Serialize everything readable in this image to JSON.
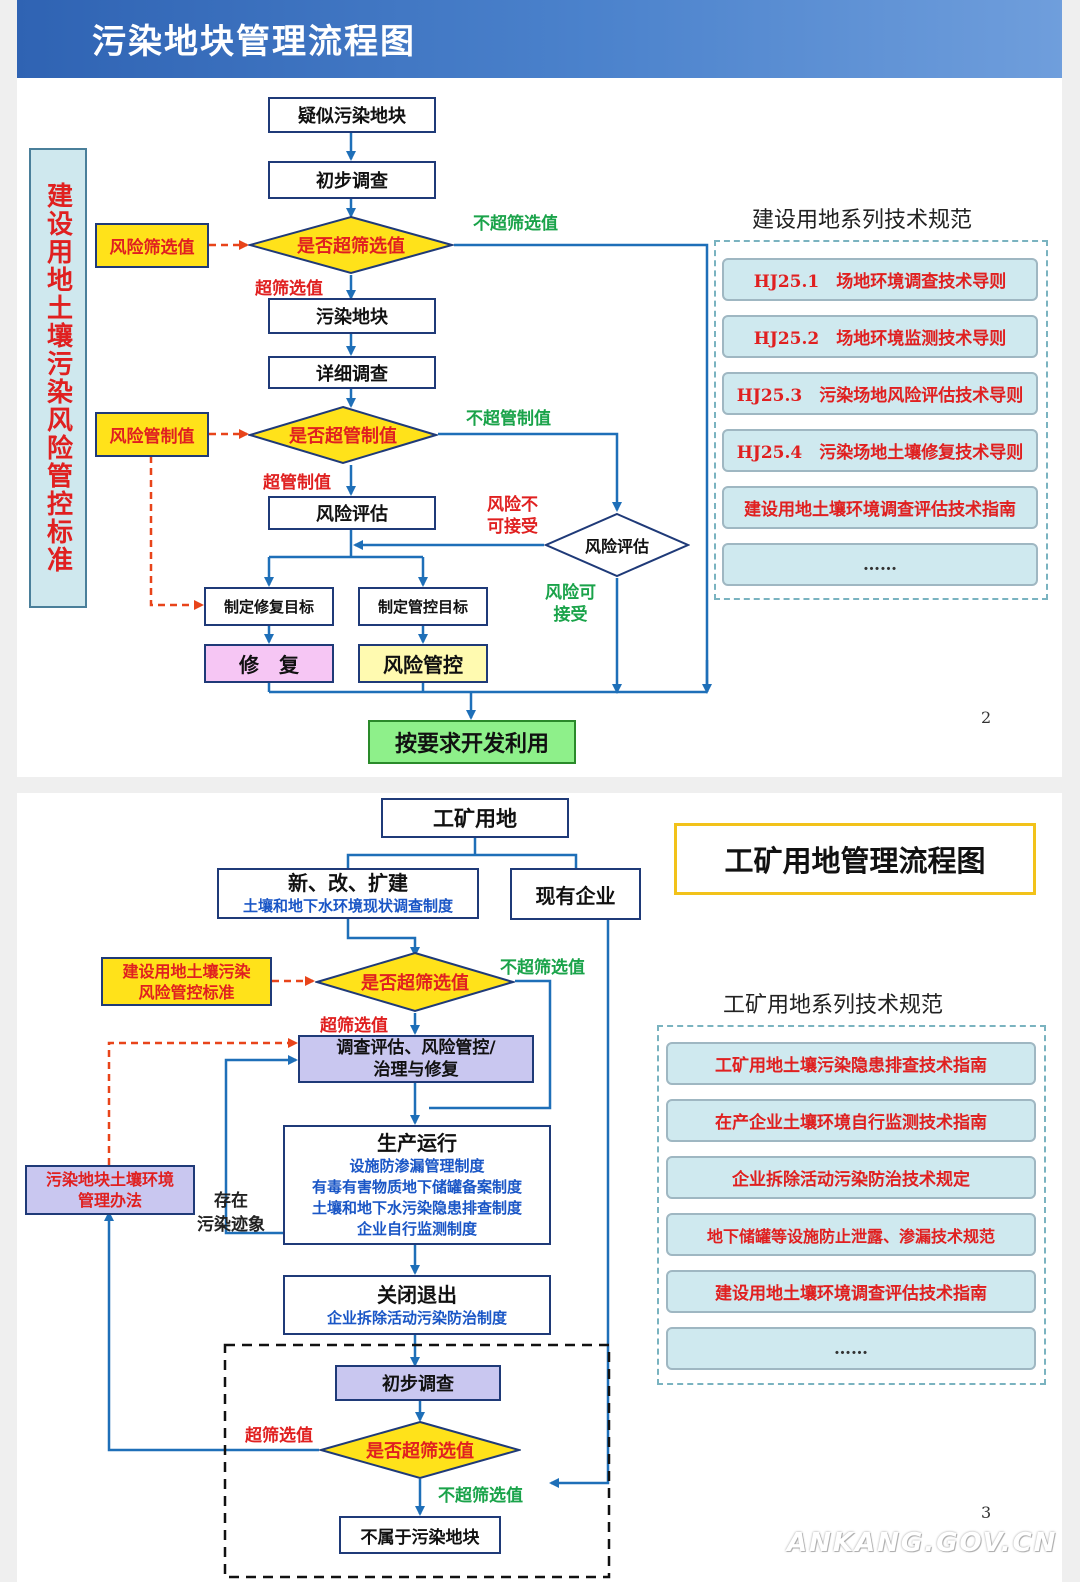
{
  "slide1": {
    "title": "污染地块管理流程图",
    "side_label": "建设用地土壤污染风险管控标准",
    "nodes": {
      "suspected": "疑似污染地块",
      "initial_survey": "初步调查",
      "exceed_screen_q": "是否超筛选值",
      "contaminated": "污染地块",
      "detailed_survey": "详细调查",
      "exceed_control_q": "是否超管制值",
      "risk_assessment": "风险评估",
      "risk_eval_diamond": "风险评估",
      "set_remediation_goal": "制定修复目标",
      "set_control_goal": "制定管控目标",
      "remediation": "修　复",
      "risk_control": "风险管控",
      "develop": "按要求开发利用"
    },
    "inputs": {
      "risk_screen_value": "风险筛选值",
      "risk_control_value": "风险管制值"
    },
    "edge_labels": {
      "not_exceed_screen": "不超筛选值",
      "exceed_screen": "超筛选值",
      "not_exceed_control": "不超管制值",
      "exceed_control": "超管制值",
      "risk_unacceptable": "风险不\n可接受",
      "risk_acceptable": "风险可\n接受"
    },
    "standards_title": "建设用地系列技术规范",
    "standards": [
      "HJ25.1　场地环境调查技术导则",
      "HJ25.2　场地环境监测技术导则",
      "HJ25.3　污染场地风险评估技术导则",
      "HJ25.4　污染场地土壤修复技术导则",
      "建设用地土壤环境调查评估技术指南",
      "……"
    ],
    "page_number": "2"
  },
  "slide2": {
    "title": "工矿用地管理流程图",
    "nodes": {
      "industrial_land": "工矿用地",
      "new_expand": "新、改、扩建",
      "new_expand_sub": "土壤和地下水环境现状调查制度",
      "existing_enterprise": "现有企业",
      "exceed_screen_q": "是否超筛选值",
      "survey_control": "调查评估、风险管控/\n治理与修复",
      "production": "生产运行",
      "production_sub": [
        "设施防渗漏管理制度",
        "有毒有害物质地下储罐备案制度",
        "土壤和地下水污染隐患排查制度",
        "企业自行监测制度"
      ],
      "closure": "关闭退出",
      "closure_sub": "企业拆除活动污染防治制度",
      "initial_survey": "初步调查",
      "exceed_screen_q2": "是否超筛选值",
      "not_contaminated": "不属于污染地块"
    },
    "inputs": {
      "standard": "建设用地土壤污染\n风险管控标准",
      "regulation": "污染地块土壤环境\n管理办法"
    },
    "edge_labels": {
      "not_exceed_screen": "不超筛选值",
      "exceed_screen": "超筛选值",
      "pollution_trace": "存在\n污染迹象",
      "exceed_screen_2": "超筛选值",
      "not_exceed_screen_2": "不超筛选值"
    },
    "standards_title": "工矿用地系列技术规范",
    "standards": [
      "工矿用地土壤污染隐患排查技术指南",
      "在产企业土壤环境自行监测技术指南",
      "企业拆除活动污染防治技术规定",
      "地下储罐等设施防止泄露、渗漏技术规范",
      "建设用地土壤环境调查评估技术指南",
      "……"
    ],
    "page_number": "3"
  },
  "watermark": "ANKANG.GOV.CN",
  "colors": {
    "navy": "#1f3a78",
    "flow_arrow": "#1e6fb8",
    "dashed_red": "#e8441a",
    "yellow": "#ffe21a",
    "pink": "#f6c6f4",
    "light_yellow": "#fffab0",
    "green_box": "#8ef08a",
    "lavender": "#c9c7f0",
    "standards_bg": "#cfe9ef"
  }
}
